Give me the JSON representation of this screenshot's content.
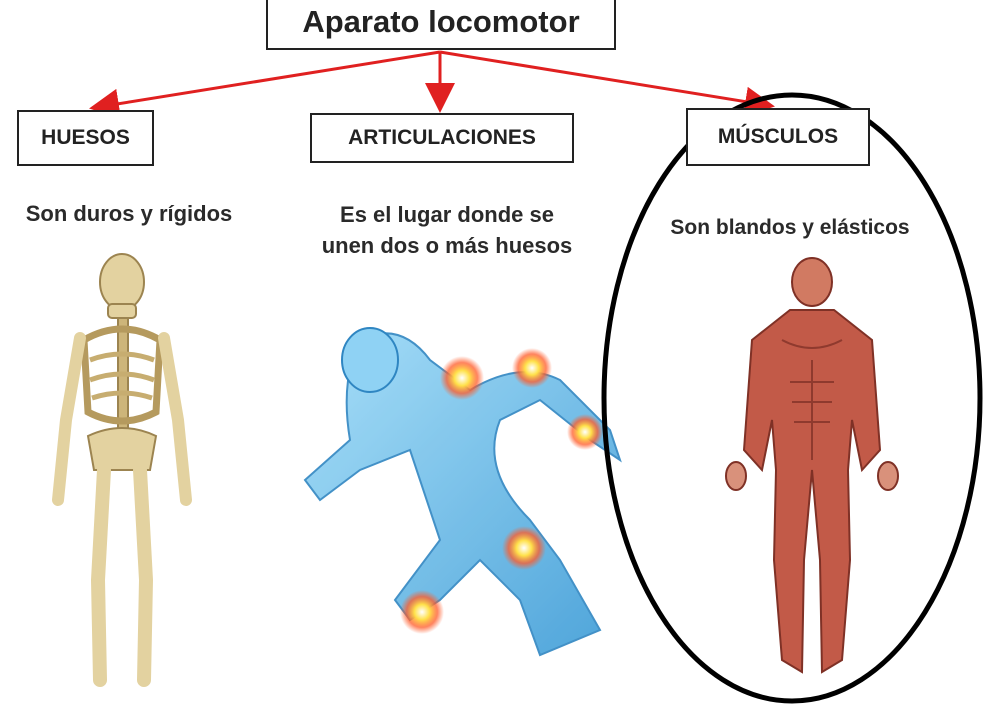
{
  "title": "Aparato locomotor",
  "branches": [
    {
      "label": "HUESOS",
      "description": "Son duros y rígidos"
    },
    {
      "label": "ARTICULACIONES",
      "description": "Es el lugar donde se unen dos o más huesos"
    },
    {
      "label": "MÚSCULOS",
      "description": "Son blandos y elásticos"
    }
  ],
  "colors": {
    "arrow": "#e02020",
    "bone": "#e3d2a0",
    "runner": "#5fb8e6",
    "joint_glow": "#ffcf2e",
    "muscle": "#c25a48",
    "highlight_ellipse": "#000000"
  },
  "icons": [
    "skeleton-icon",
    "runner-joints-icon",
    "muscle-body-icon"
  ]
}
